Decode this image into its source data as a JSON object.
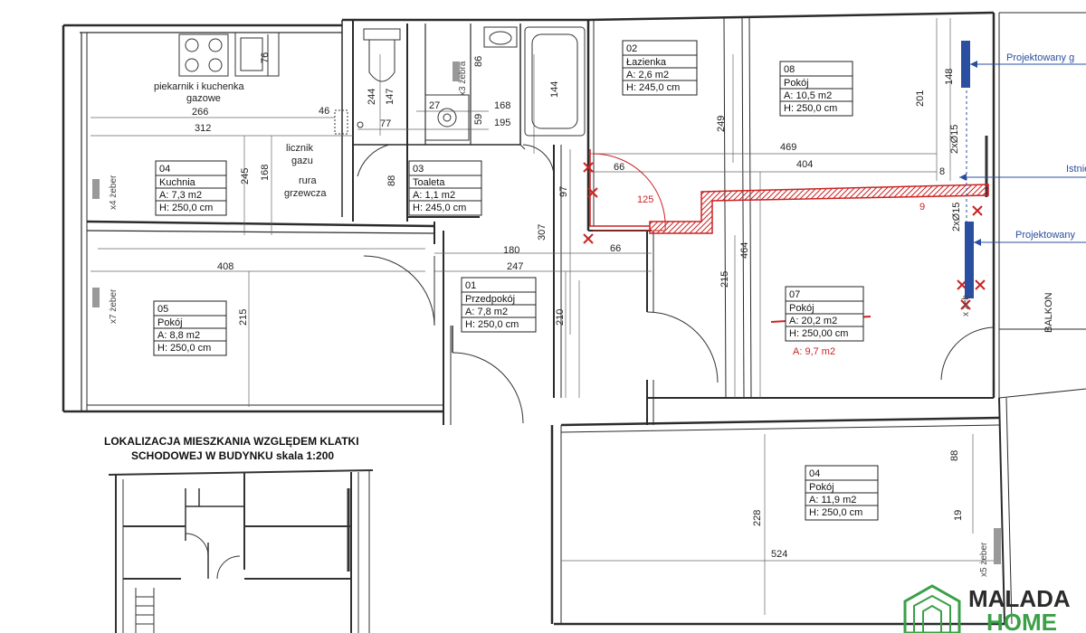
{
  "rooms": [
    {
      "no": "02",
      "name": "Łazienka",
      "area": "A: 2,6 m2",
      "height": "H: 245,0 cm"
    },
    {
      "no": "08",
      "name": "Pokój",
      "area": "A: 10,5 m2",
      "height": "H: 250,0 cm"
    },
    {
      "no": "04",
      "name": "Kuchnia",
      "area": "A: 7,3 m2",
      "height": "H: 250,0 cm"
    },
    {
      "no": "03",
      "name": "Toaleta",
      "area": "A: 1,1 m2",
      "height": "H: 245,0 cm"
    },
    {
      "no": "01",
      "name": "Przedpokój",
      "area": "A: 7,8 m2",
      "height": "H: 250,0 cm"
    },
    {
      "no": "05",
      "name": "Pokój",
      "area": "A: 8,8 m2",
      "height": "H: 250,0 cm"
    },
    {
      "no": "07",
      "name": "Pokój",
      "area": "A: 20,2 m2",
      "height": "H: 250,00 cm"
    },
    {
      "no": "04",
      "name": "Pokój",
      "area": "A: 11,9 m2",
      "height": "H: 250,0 cm"
    }
  ],
  "room07_new_area": "A: 9,7 m2",
  "dimensions": {
    "d266": "266",
    "d46": "46",
    "d312": "312",
    "d244": "244",
    "d147": "147",
    "d77": "77",
    "d27": "27",
    "d59": "59",
    "d168a": "168",
    "d195": "195",
    "d86": "86",
    "d144": "144",
    "d76": "76",
    "d245": "245",
    "d168b": "168",
    "d88a": "88",
    "d97": "97",
    "d307": "307",
    "d66a": "66",
    "d125": "125",
    "d249": "249",
    "d469": "469",
    "d404": "404",
    "d201": "201",
    "d148": "148",
    "d8": "8",
    "d9": "9",
    "d180": "180",
    "d66b": "66",
    "d247": "247",
    "d408": "408",
    "d215a": "215",
    "d210": "210",
    "d215b": "215",
    "d464": "464",
    "d88b": "88",
    "d228": "228",
    "d19": "19",
    "d524": "524"
  },
  "labels": {
    "piekarnik": "piekarnik i kuchenka",
    "gazowe": "gazowe",
    "licznik": "licznik",
    "gazu": "gazu",
    "rura": "rura",
    "grzewcza": "grzewcza",
    "balkon": "BALKON",
    "pipe_a": "2xØ15",
    "pipe_b": "2xØ15"
  },
  "ribs": {
    "x3_zebra": "x3 żebra",
    "x4_zeber": "x4 żeber",
    "x7_zeber": "x7 żeber",
    "x5_zeber": "x5 żeber",
    "x_zeb": "x żeb"
  },
  "notes": {
    "projektowany_top": "Projektowany g",
    "istnie": "Istnie",
    "projektowany_bottom": "Projektowany"
  },
  "location_title": {
    "line1": "LOKALIZACJA MIESZKANIA WZGLĘDEM KLATKI",
    "line2": "SCHODOWEJ W BUDYNKU skala 1:200"
  },
  "logo": {
    "line1": "MALADA",
    "line2": "HOME"
  },
  "colors": {
    "wall": "#2b2b2b",
    "red": "#cc2222",
    "blue": "#2a4fa0",
    "logo_green": "#3aa047"
  }
}
